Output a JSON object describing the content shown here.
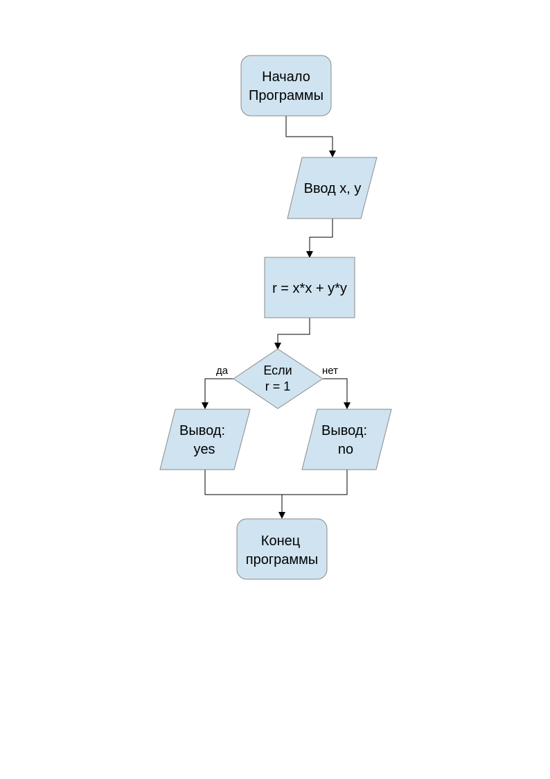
{
  "colors": {
    "node_fill": "#cfe3f0",
    "node_stroke": "#8a8a8a",
    "connector": "#000000"
  },
  "nodes": {
    "start": {
      "line1": "Начало",
      "line2": "Программы"
    },
    "input": {
      "text": "Ввод x, y"
    },
    "process": {
      "text": "r = x*x + y*y"
    },
    "decision": {
      "line1": "Если",
      "line2": "r = 1"
    },
    "output_yes": {
      "line1": "Вывод:",
      "line2": "yes"
    },
    "output_no": {
      "line1": "Вывод:",
      "line2": "no"
    },
    "end": {
      "line1": "Конец",
      "line2": "программы"
    }
  },
  "branches": {
    "yes_label": "да",
    "no_label": "нет"
  }
}
